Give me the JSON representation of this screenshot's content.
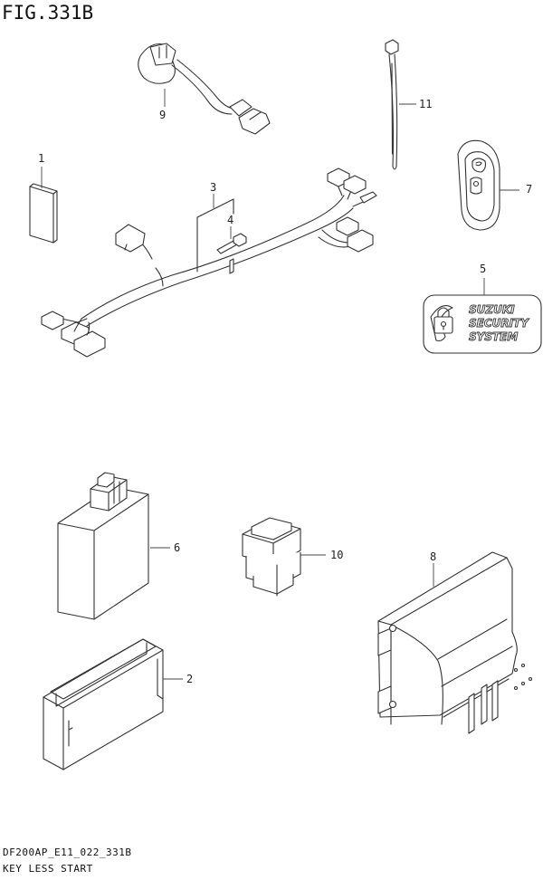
{
  "figure": {
    "title": "FIG.331B"
  },
  "callouts": [
    {
      "id": "1",
      "label": "1"
    },
    {
      "id": "2",
      "label": "2"
    },
    {
      "id": "3",
      "label": "3"
    },
    {
      "id": "4",
      "label": "4"
    },
    {
      "id": "5",
      "label": "5"
    },
    {
      "id": "6",
      "label": "6"
    },
    {
      "id": "7",
      "label": "7"
    },
    {
      "id": "8",
      "label": "8"
    },
    {
      "id": "9",
      "label": "9"
    },
    {
      "id": "10",
      "label": "10"
    },
    {
      "id": "11",
      "label": "11"
    }
  ],
  "security_logo": {
    "line1": "SUZUKI",
    "line2": "SECURITY",
    "line3": "SYSTEM"
  },
  "footer": {
    "code": "DF200AP_E11_022_331B",
    "caption": "KEY LESS START"
  }
}
